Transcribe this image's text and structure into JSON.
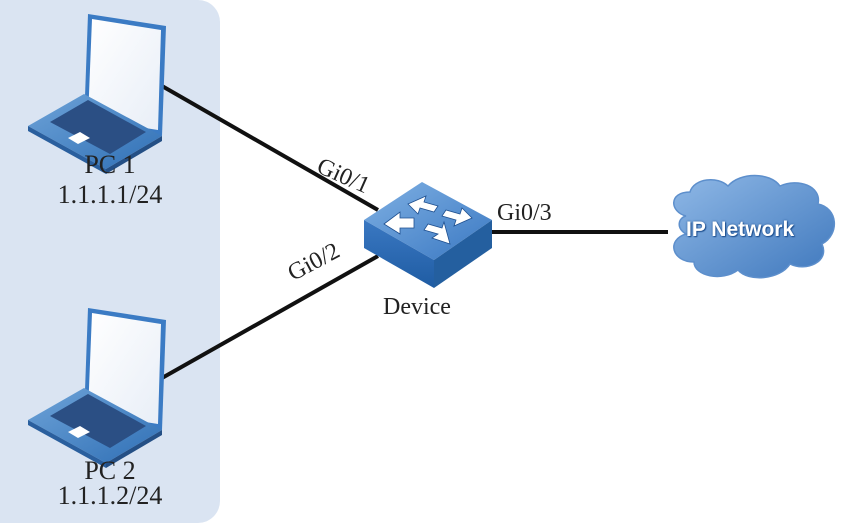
{
  "diagram": {
    "title": "",
    "nodes": {
      "pc1": {
        "name": "PC 1",
        "ip": "1.1.1.1/24",
        "icon": "laptop-icon"
      },
      "pc2": {
        "name": "PC 2",
        "ip": "1.1.1.2/24",
        "icon": "laptop-icon"
      },
      "device": {
        "name": "Device",
        "icon": "switch-icon"
      },
      "network": {
        "name": "IP Network",
        "icon": "cloud-icon"
      }
    },
    "links": [
      {
        "from": "pc1",
        "to": "device",
        "port": "Gi0/1"
      },
      {
        "from": "pc2",
        "to": "device",
        "port": "Gi0/2"
      },
      {
        "from": "device",
        "to": "network",
        "port": "Gi0/3"
      }
    ],
    "colors": {
      "panel": "#dae4f2",
      "link": "#111111",
      "device_blue": "#3a78c2",
      "cloud_blue": "#4f86c6"
    }
  }
}
